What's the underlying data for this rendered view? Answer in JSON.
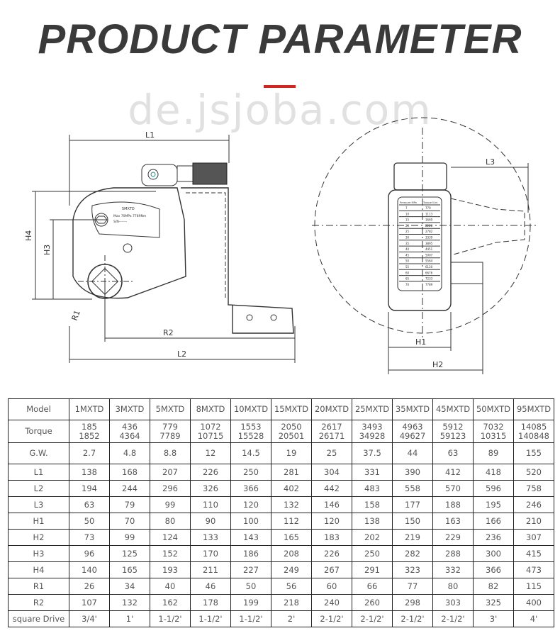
{
  "title": "PRODUCT PARAMETER",
  "accent_color": "#d0261f",
  "drawing_labels": {
    "L1": "L1",
    "L2": "L2",
    "L3": "L3",
    "H1": "H1",
    "H2": "H2",
    "H3": "H3",
    "H4": "H4",
    "R1": "R1",
    "R2": "R2"
  },
  "nameplate": {
    "model": "5MXTD",
    "line2": "Max 70MPa 7789Nm",
    "line3": "S/N-------"
  },
  "pressure_table": {
    "headers": [
      "Pressure MPa",
      "Torque N.m"
    ],
    "rows": [
      [
        "7",
        "779"
      ],
      [
        "10",
        "1113"
      ],
      [
        "15",
        "1669"
      ],
      [
        "20",
        "2226"
      ],
      [
        "25",
        "2782"
      ],
      [
        "30",
        "3339"
      ],
      [
        "35",
        "3895"
      ],
      [
        "40",
        "4451"
      ],
      [
        "45",
        "5007"
      ],
      [
        "50",
        "5564"
      ],
      [
        "55",
        "6120"
      ],
      [
        "60",
        "6676"
      ],
      [
        "65",
        "7233"
      ],
      [
        "70",
        "7789"
      ]
    ]
  },
  "table": {
    "rows": [
      {
        "label": "Model",
        "values": [
          "1MXTD",
          "3MXTD",
          "5MXTD",
          "8MXTD",
          "10MXTD",
          "15MXTD",
          "20MXTD",
          "25MXTD",
          "35MXTD",
          "45MXTD",
          "50MXTD",
          "95MXTD"
        ]
      },
      {
        "label": "Torque",
        "values": [
          "185",
          "436",
          "779",
          "1072",
          "1553",
          "2050",
          "2617",
          "3493",
          "4963",
          "5912",
          "7032",
          "14085"
        ],
        "values2": [
          "1852",
          "4364",
          "7789",
          "10715",
          "15528",
          "20501",
          "26171",
          "34928",
          "49627",
          "59123",
          "10315",
          "140848"
        ]
      },
      {
        "label": "G.W.",
        "values": [
          "2.7",
          "4.8",
          "8.8",
          "12",
          "14.5",
          "19",
          "25",
          "37.5",
          "44",
          "63",
          "89",
          "155"
        ]
      },
      {
        "label": "L1",
        "values": [
          "138",
          "168",
          "207",
          "226",
          "250",
          "281",
          "304",
          "331",
          "390",
          "412",
          "418",
          "520"
        ]
      },
      {
        "label": "L2",
        "values": [
          "194",
          "244",
          "296",
          "326",
          "366",
          "402",
          "442",
          "483",
          "558",
          "570",
          "596",
          "758"
        ]
      },
      {
        "label": "L3",
        "values": [
          "63",
          "79",
          "99",
          "110",
          "120",
          "132",
          "146",
          "158",
          "177",
          "188",
          "195",
          "246"
        ]
      },
      {
        "label": "H1",
        "values": [
          "50",
          "70",
          "80",
          "90",
          "100",
          "112",
          "120",
          "138",
          "150",
          "163",
          "166",
          "210"
        ]
      },
      {
        "label": "H2",
        "values": [
          "73",
          "99",
          "124",
          "133",
          "143",
          "165",
          "183",
          "202",
          "219",
          "229",
          "236",
          "307"
        ]
      },
      {
        "label": "H3",
        "values": [
          "96",
          "125",
          "152",
          "170",
          "186",
          "208",
          "226",
          "250",
          "282",
          "288",
          "300",
          "415"
        ]
      },
      {
        "label": "H4",
        "values": [
          "140",
          "165",
          "193",
          "211",
          "227",
          "249",
          "267",
          "291",
          "323",
          "332",
          "366",
          "473"
        ]
      },
      {
        "label": "R1",
        "values": [
          "26",
          "34",
          "40",
          "46",
          "50",
          "56",
          "60",
          "66",
          "77",
          "80",
          "82",
          "115"
        ]
      },
      {
        "label": "R2",
        "values": [
          "107",
          "132",
          "162",
          "178",
          "199",
          "218",
          "240",
          "260",
          "298",
          "303",
          "325",
          "400"
        ]
      },
      {
        "label": "square Drive",
        "values": [
          "3/4'",
          "1'",
          "1-1/2'",
          "1-1/2'",
          "1-1/2'",
          "2'",
          "2-1/2'",
          "2-1/2'",
          "2-1/2'",
          "2-1/2'",
          "3'",
          "4'"
        ]
      }
    ]
  },
  "watermark": "de.jsjoba.com"
}
